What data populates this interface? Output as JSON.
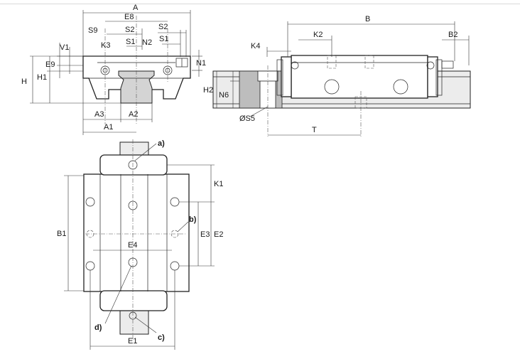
{
  "labels": {
    "A": "A",
    "E8": "E8",
    "S9": "S9",
    "S2a": "S2",
    "S2b": "S2",
    "K3": "K3",
    "S1a": "S1",
    "S1b": "S1",
    "N2": "N2",
    "V1": "V1",
    "E9": "E9",
    "N1": "N1",
    "H": "H",
    "H1": "H1",
    "A3": "A3",
    "A2": "A2",
    "A1": "A1",
    "B": "B",
    "K2": "K2",
    "B2": "B2",
    "K4": "K4",
    "H2": "H2",
    "N6": "N6",
    "S5": "ØS5",
    "T": "T",
    "a": "a)",
    "b": "b)",
    "c": "c)",
    "d": "d)",
    "K1": "K1",
    "B1": "B1",
    "E3": "E3",
    "E2": "E2",
    "E4": "E4",
    "E1": "E1"
  }
}
